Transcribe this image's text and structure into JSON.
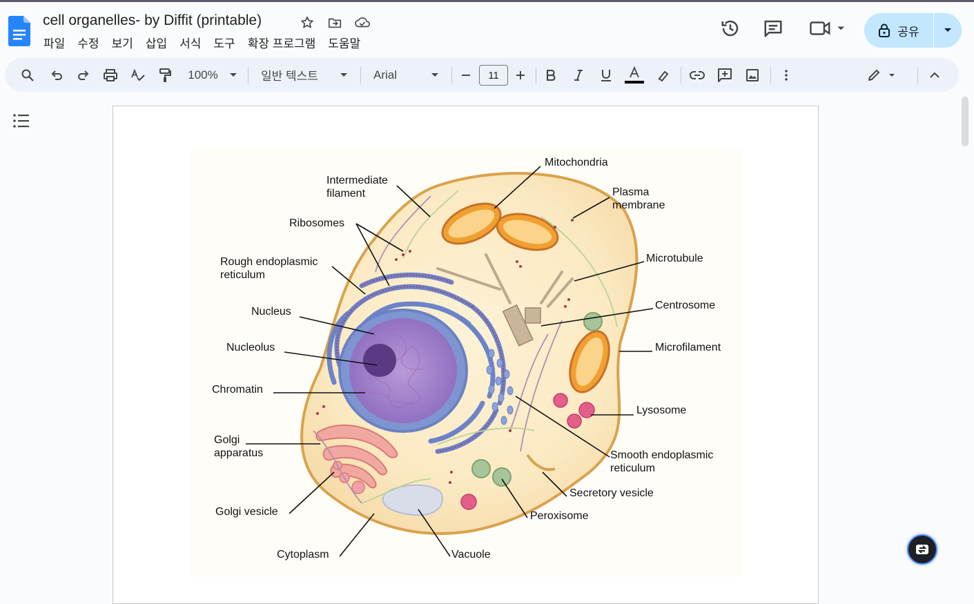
{
  "doc": {
    "title": "cell organelles- by Diffit (printable)"
  },
  "menu": [
    "파일",
    "수정",
    "보기",
    "삽입",
    "서식",
    "도구",
    "확장 프로그램",
    "도움말"
  ],
  "share": {
    "label": "공유"
  },
  "toolbar": {
    "zoom": "100%",
    "style": "일반 텍스트",
    "font": "Arial",
    "font_size": "11"
  },
  "diagram": {
    "labels": {
      "intermediate_filament_1": "Intermediate",
      "intermediate_filament_2": "filament",
      "ribosomes": "Ribosomes",
      "rough_er_1": "Rough endoplasmic",
      "rough_er_2": "reticulum",
      "nucleus": "Nucleus",
      "nucleolus": "Nucleolus",
      "chromatin": "Chromatin",
      "golgi_1": "Golgi",
      "golgi_2": "apparatus",
      "golgi_vesicle": "Golgi vesicle",
      "cytoplasm": "Cytoplasm",
      "vacuole": "Vacuole",
      "peroxisome": "Peroxisome",
      "secretory_vesicle": "Secretory vesicle",
      "smooth_er_1": "Smooth endoplasmic",
      "smooth_er_2": "reticulum",
      "lysosome": "Lysosome",
      "microfilament": "Microfilament",
      "centrosome": "Centrosome",
      "microtubule": "Microtubule",
      "plasma_membrane_1": "Plasma",
      "plasma_membrane_2": "membrane",
      "mitochondria": "Mitochondria"
    }
  }
}
